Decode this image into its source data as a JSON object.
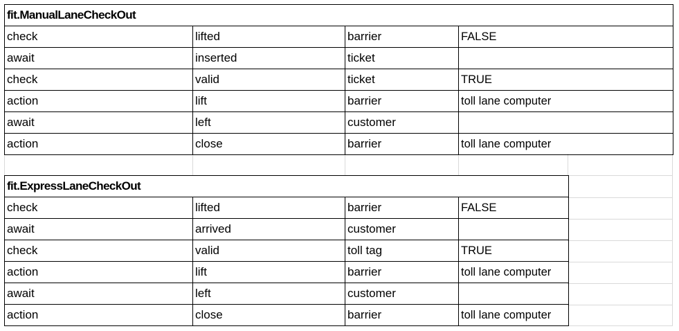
{
  "tables": [
    {
      "title": "fit.ManualLaneCheckOut",
      "rows": [
        [
          "check",
          "lifted",
          "barrier",
          "FALSE"
        ],
        [
          "await",
          "inserted",
          "ticket",
          ""
        ],
        [
          "check",
          "valid",
          "ticket",
          "TRUE"
        ],
        [
          "action",
          "lift",
          "barrier",
          "toll lane computer"
        ],
        [
          "await",
          "left",
          "customer",
          ""
        ],
        [
          "action",
          "close",
          "barrier",
          "toll lane computer"
        ]
      ]
    },
    {
      "title": "fit.ExpressLaneCheckOut",
      "rows": [
        [
          "check",
          "lifted",
          "barrier",
          "FALSE"
        ],
        [
          "await",
          "arrived",
          "customer",
          ""
        ],
        [
          "check",
          "valid",
          "toll tag",
          "TRUE"
        ],
        [
          "action",
          "lift",
          "barrier",
          "toll lane computer"
        ],
        [
          "await",
          "left",
          "customer",
          ""
        ],
        [
          "action",
          "close",
          "barrier",
          "toll lane computer"
        ]
      ]
    }
  ]
}
